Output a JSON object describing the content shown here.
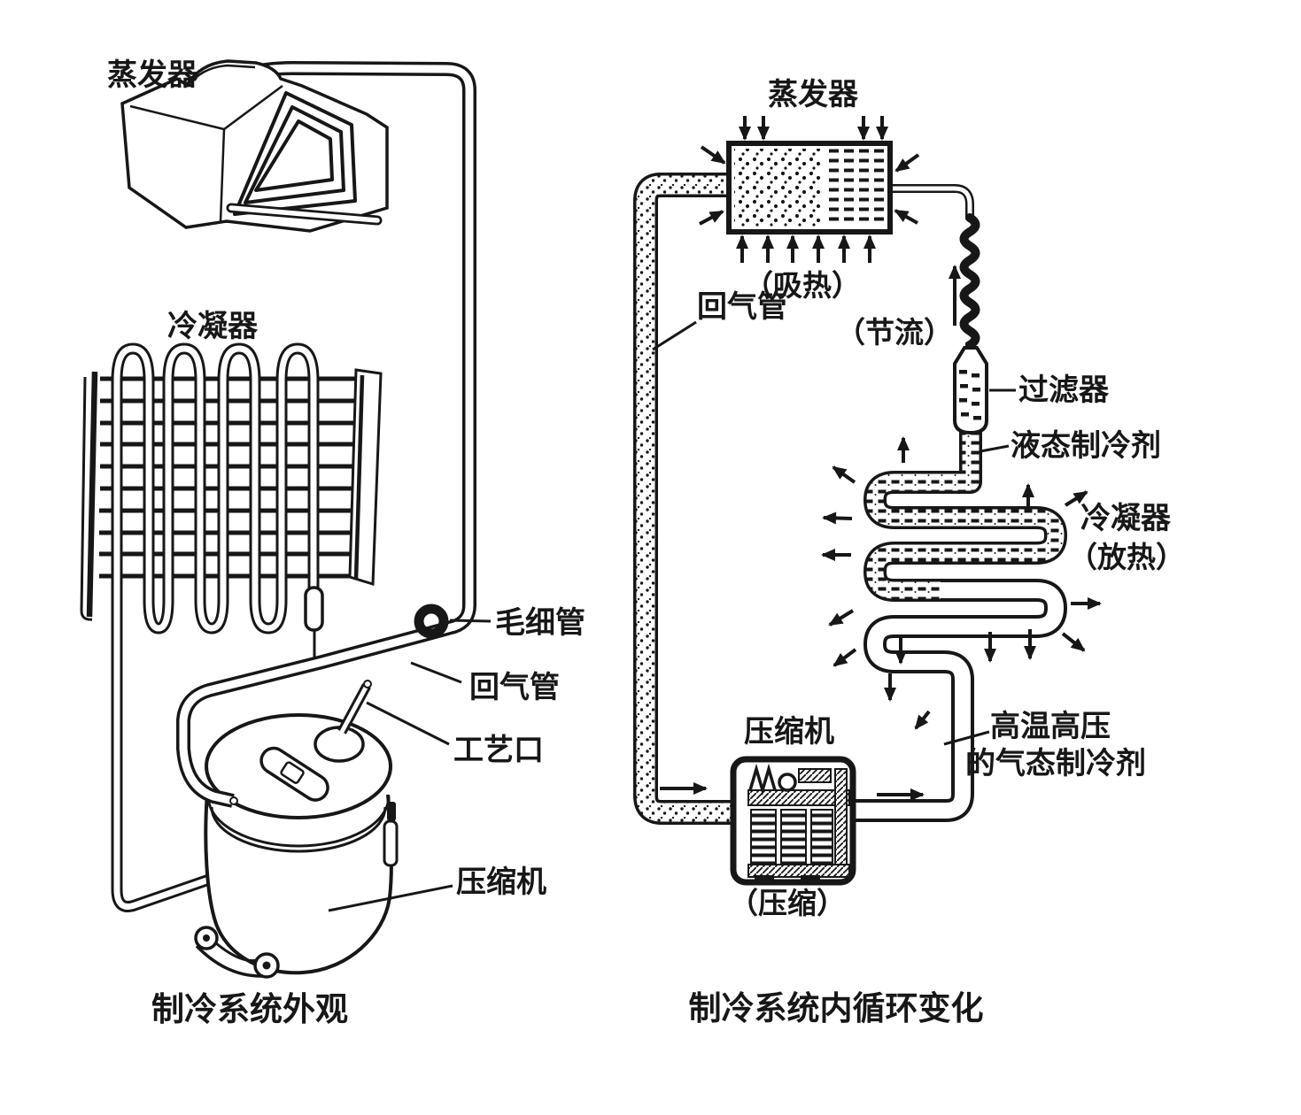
{
  "page": {
    "background": "#ffffff",
    "ink": "#171717"
  },
  "left_diagram": {
    "caption": "制冷系统外观",
    "labels": {
      "evaporator": "蒸发器",
      "condenser": "冷凝器",
      "capillary_tube": "毛细管",
      "return_pipe": "回气管",
      "process_port": "工艺口",
      "compressor": "压缩机"
    }
  },
  "right_diagram": {
    "caption": "制冷系统内循环变化",
    "labels": {
      "evaporator": "蒸发器",
      "heat_absorb": "（吸热）",
      "throttle": "（节流）",
      "return_pipe": "回气管",
      "filter": "过滤器",
      "liquid_refrigerant": "液态制冷剂",
      "condenser": "冷凝器",
      "heat_release": "（放热）",
      "hot_gas_line1": "高温高压",
      "hot_gas_line2": "的气态制冷剂",
      "compressor": "压缩机",
      "compress": "（压缩）"
    }
  }
}
